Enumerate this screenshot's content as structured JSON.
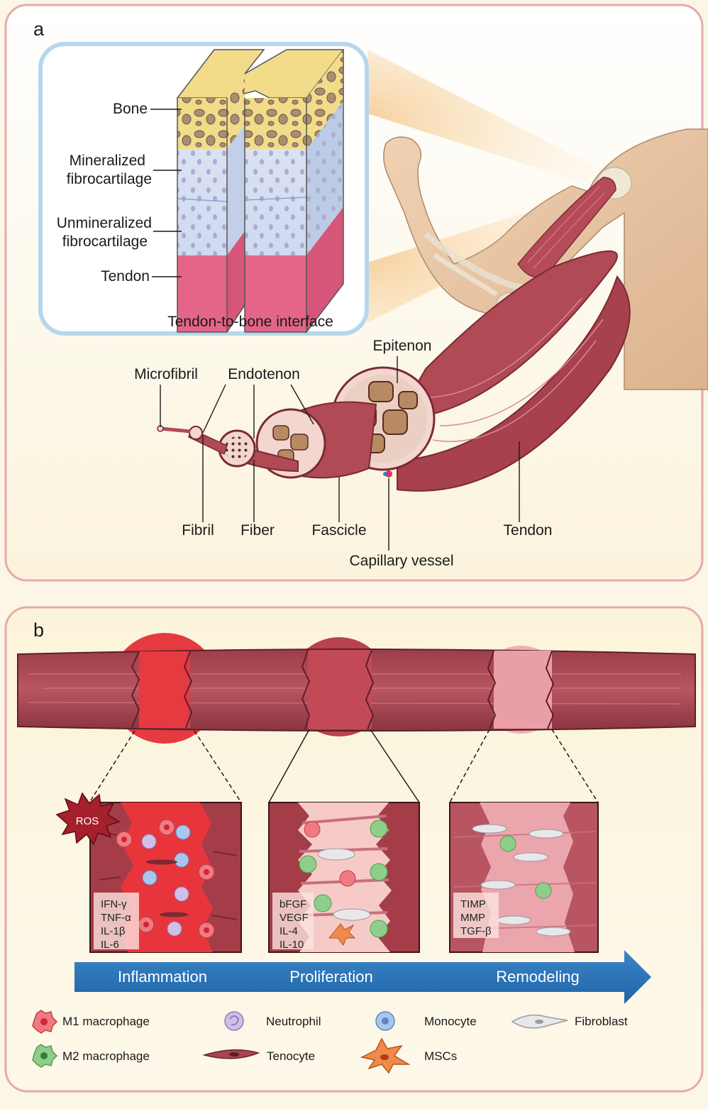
{
  "panel_a": {
    "letter": "a",
    "inset_caption": "Tendon-to-bone interface",
    "layers": [
      {
        "label_lines": [
          "Bone"
        ]
      },
      {
        "label_lines": [
          "Mineralized",
          "fibrocartilage"
        ]
      },
      {
        "label_lines": [
          "Unmineralized",
          "fibrocartilage"
        ]
      },
      {
        "label_lines": [
          "Tendon"
        ]
      }
    ],
    "hierarchy": {
      "microfibril": "Microfibril",
      "endotenon": "Endotenon",
      "epitenon": "Epitenon",
      "fibril": "Fibril",
      "fiber": "Fiber",
      "fascicle": "Fascicle",
      "capillary": "Capillary vessel",
      "tendon": "Tendon"
    }
  },
  "panel_b": {
    "letter": "b",
    "ros": "ROS",
    "stages": [
      {
        "name": "Inflammation",
        "factors": [
          "IFN-γ",
          "TNF-α",
          "IL-1β",
          "IL-6"
        ]
      },
      {
        "name": "Proliferation",
        "factors": [
          "bFGF",
          "VEGF",
          "IL-4",
          "IL-10"
        ]
      },
      {
        "name": "Remodeling",
        "factors": [
          "TIMP",
          "MMP",
          "TGF-β"
        ]
      }
    ],
    "legend": [
      {
        "id": "m1",
        "label": "M1 macrophage",
        "icon": "m1-macrophage-icon"
      },
      {
        "id": "neutrophil",
        "label": "Neutrophil",
        "icon": "neutrophil-icon"
      },
      {
        "id": "monocyte",
        "label": "Monocyte",
        "icon": "monocyte-icon"
      },
      {
        "id": "fibroblast",
        "label": "Fibroblast",
        "icon": "fibroblast-icon"
      },
      {
        "id": "m2",
        "label": "M2 macrophage",
        "icon": "m2-macrophage-icon"
      },
      {
        "id": "tenocyte",
        "label": "Tenocyte",
        "icon": "tenocyte-icon"
      },
      {
        "id": "mscs",
        "label": "MSCs",
        "icon": "mscs-icon"
      }
    ]
  },
  "colors": {
    "panel_border": "#e7a9ad",
    "panel_bg": "#fdf7e8",
    "tendon": "#b04a55",
    "tendon_dark": "#7a2a34",
    "inflammation": "#e8383d",
    "arrow": "#2a72b5",
    "m1": "#f07a80",
    "m2": "#8fce8a",
    "neutrophil": "#cfc0e8",
    "monocyte": "#a9c7ec",
    "fibroblast": "#e8e8ea",
    "mscs": "#ef8a4a"
  }
}
